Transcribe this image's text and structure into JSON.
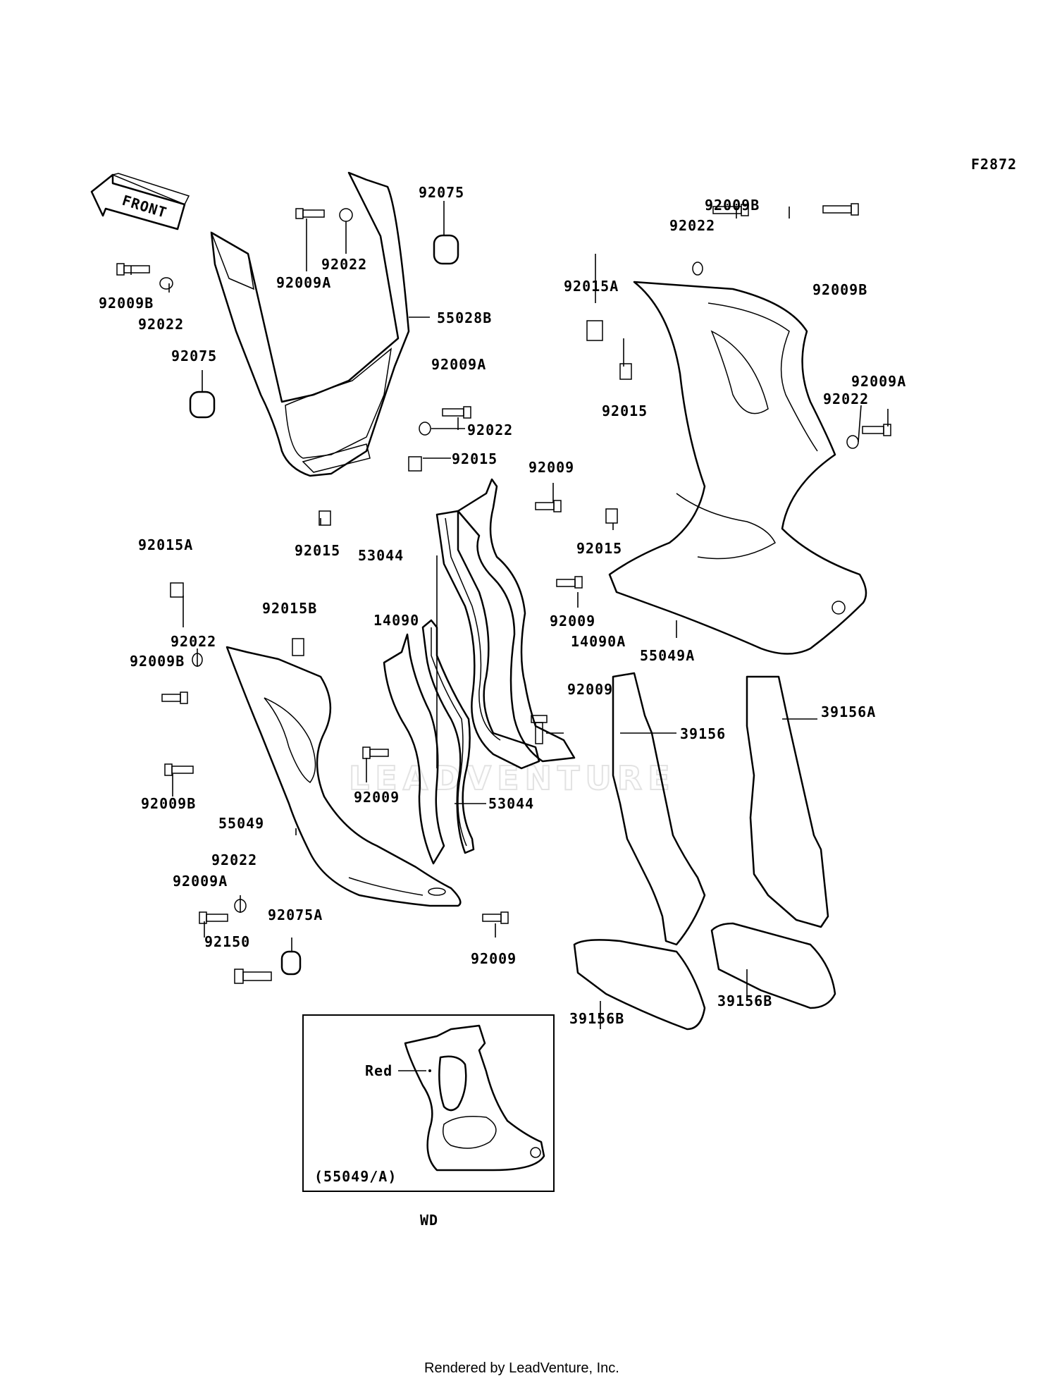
{
  "figure_code": "F2872",
  "front_arrow_label": "FRONT",
  "watermark": "LEADVENTURE",
  "footer": "Rendered by LeadVenture, Inc.",
  "inset": {
    "note_red": "Red",
    "caption": "(55049/A)",
    "variant": "WD"
  },
  "labels": [
    {
      "id": "l1",
      "text": "92075"
    },
    {
      "id": "l2",
      "text": "92022"
    },
    {
      "id": "l3",
      "text": "92009A"
    },
    {
      "id": "l4",
      "text": "55028B"
    },
    {
      "id": "l5",
      "text": "92009B"
    },
    {
      "id": "l6",
      "text": "92022"
    },
    {
      "id": "l7",
      "text": "92075"
    },
    {
      "id": "l8",
      "text": "92009A"
    },
    {
      "id": "l9",
      "text": "92022"
    },
    {
      "id": "l10",
      "text": "92015"
    },
    {
      "id": "l11",
      "text": "92015"
    },
    {
      "id": "l12",
      "text": "92009B"
    },
    {
      "id": "l13",
      "text": "92022"
    },
    {
      "id": "l14",
      "text": "92015A"
    },
    {
      "id": "l15",
      "text": "92009B"
    },
    {
      "id": "l16",
      "text": "92015"
    },
    {
      "id": "l17",
      "text": "92009A"
    },
    {
      "id": "l18",
      "text": "92022"
    },
    {
      "id": "l19",
      "text": "92009"
    },
    {
      "id": "l20",
      "text": "53044"
    },
    {
      "id": "l21",
      "text": "92015"
    },
    {
      "id": "l22",
      "text": "92009"
    },
    {
      "id": "l23",
      "text": "14090A"
    },
    {
      "id": "l24",
      "text": "55049A"
    },
    {
      "id": "l25",
      "text": "92009"
    },
    {
      "id": "l26",
      "text": "92015A"
    },
    {
      "id": "l27",
      "text": "92015B"
    },
    {
      "id": "l28",
      "text": "14090"
    },
    {
      "id": "l29",
      "text": "92022"
    },
    {
      "id": "l30",
      "text": "92009B"
    },
    {
      "id": "l31",
      "text": "92009B"
    },
    {
      "id": "l32",
      "text": "92009"
    },
    {
      "id": "l33",
      "text": "53044"
    },
    {
      "id": "l34",
      "text": "55049"
    },
    {
      "id": "l35",
      "text": "92022"
    },
    {
      "id": "l36",
      "text": "92009A"
    },
    {
      "id": "l37",
      "text": "92075A"
    },
    {
      "id": "l38",
      "text": "92150"
    },
    {
      "id": "l39",
      "text": "92009"
    },
    {
      "id": "l40",
      "text": "39156"
    },
    {
      "id": "l41",
      "text": "39156A"
    },
    {
      "id": "l42",
      "text": "39156B"
    },
    {
      "id": "l43",
      "text": "39156B"
    }
  ]
}
